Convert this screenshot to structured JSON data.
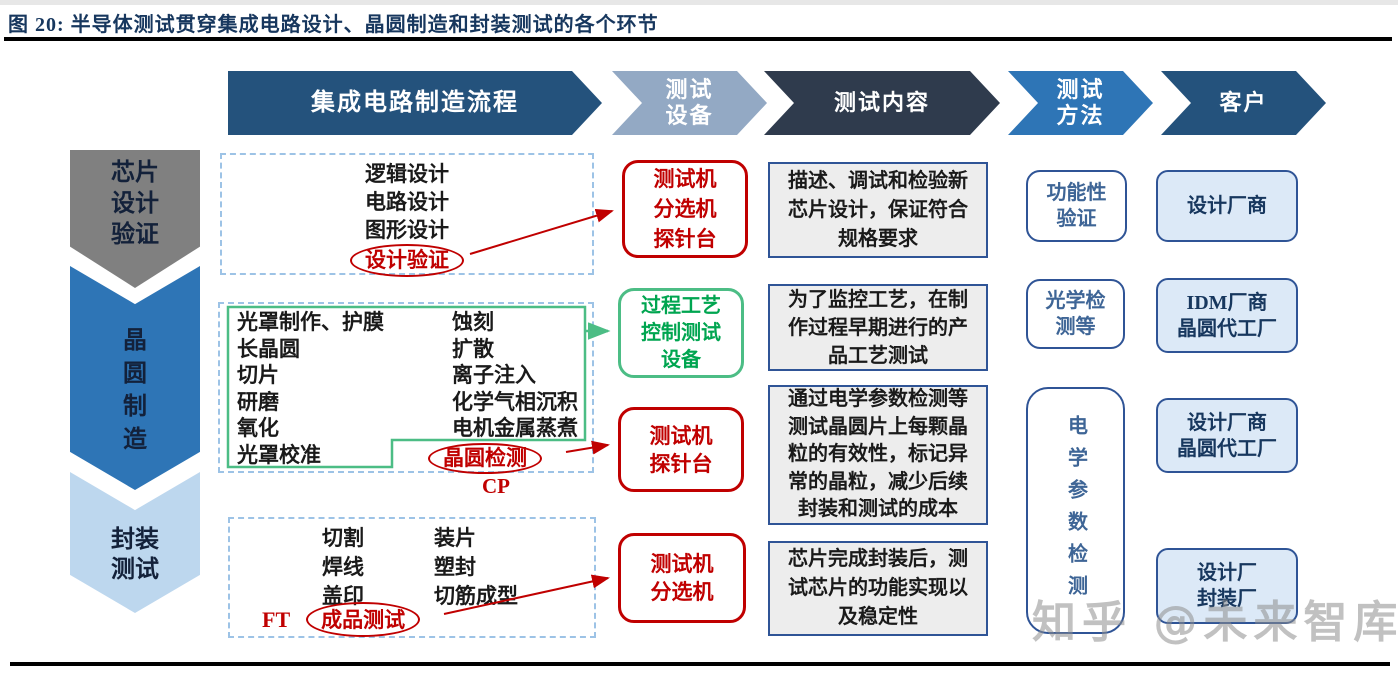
{
  "palette": {
    "red": "#C00000",
    "green_line": "#4CBD85",
    "green_text": "#00A550",
    "navy": "#17375E",
    "dark_arrow": "#24527C",
    "slate_arrow": "#2F3B4D",
    "light_arrow": "#93A9C4",
    "mid_blue": "#2E75B6",
    "gray_stage": "#808080",
    "light_stage": "#BDD7EE",
    "dashed": "#9DC3E6",
    "border_blue": "#2F5496",
    "gray_fill": "#EDEDED",
    "customer_fill": "#DCE9F7",
    "method_text": "#3E6596",
    "text_dark": "#1A1A1A",
    "watermark": "#8F8F8F"
  },
  "title": {
    "label": "图 20:  半导体测试贯穿集成电路设计、晶圆制造和封装测试的各个环节"
  },
  "header": {
    "items": [
      "集成电路制造流程",
      "测试\n设备",
      "测试内容",
      "测试\n方法",
      "客户"
    ]
  },
  "stages": [
    "芯片\n设计\n验证",
    "晶\n圆\n制\n造",
    "封装\n测试"
  ],
  "design_row": {
    "steps": [
      "逻辑设计",
      "电路设计",
      "图形设计"
    ],
    "circled": "设计验证",
    "equipment": "测试机\n分选机\n探针台",
    "content": "描述、调试和检验新\n芯片设计，保证符合\n规格要求",
    "method": "功能性\n验证",
    "customer": "设计厂商"
  },
  "wafer_row": {
    "col1": [
      "光罩制作、护膜",
      "长晶圆",
      "切片",
      "研磨",
      "氧化",
      "光罩校准"
    ],
    "col2": [
      "蚀刻",
      "扩散",
      "离子注入",
      "化学气相沉积",
      "电机金属蒸煮"
    ],
    "circled": "晶圆检测",
    "cp_label": "CP",
    "process_equipment": "过程工艺\n控制测试\n设备",
    "process_content": "为了监控工艺，在制\n作过程早期进行的产\n品工艺测试",
    "process_method": "光学检\n测等",
    "process_customer": "IDM厂商\n晶圆代工厂",
    "cp_equipment": "测试机\n探针台",
    "cp_content": "通过电学参数检测等\n测试晶圆片上每颗晶\n粒的有效性，标记异\n常的晶粒，减少后续\n封装和测试的成本",
    "cp_method": "电学参数检测",
    "cp_customer": "设计厂商\n晶圆代工厂"
  },
  "package_row": {
    "col1": [
      "切割",
      "焊线",
      "盖印"
    ],
    "col2": [
      "装片",
      "塑封",
      "切筋成型"
    ],
    "ft_label": "FT",
    "circled": "成品测试",
    "equipment": "测试机\n分选机",
    "content": "芯片完成封装后，测\n试芯片的功能实现以\n及稳定性",
    "customer": "设计厂\n封装厂"
  },
  "watermark": {
    "label": "知乎 @未来智库"
  }
}
